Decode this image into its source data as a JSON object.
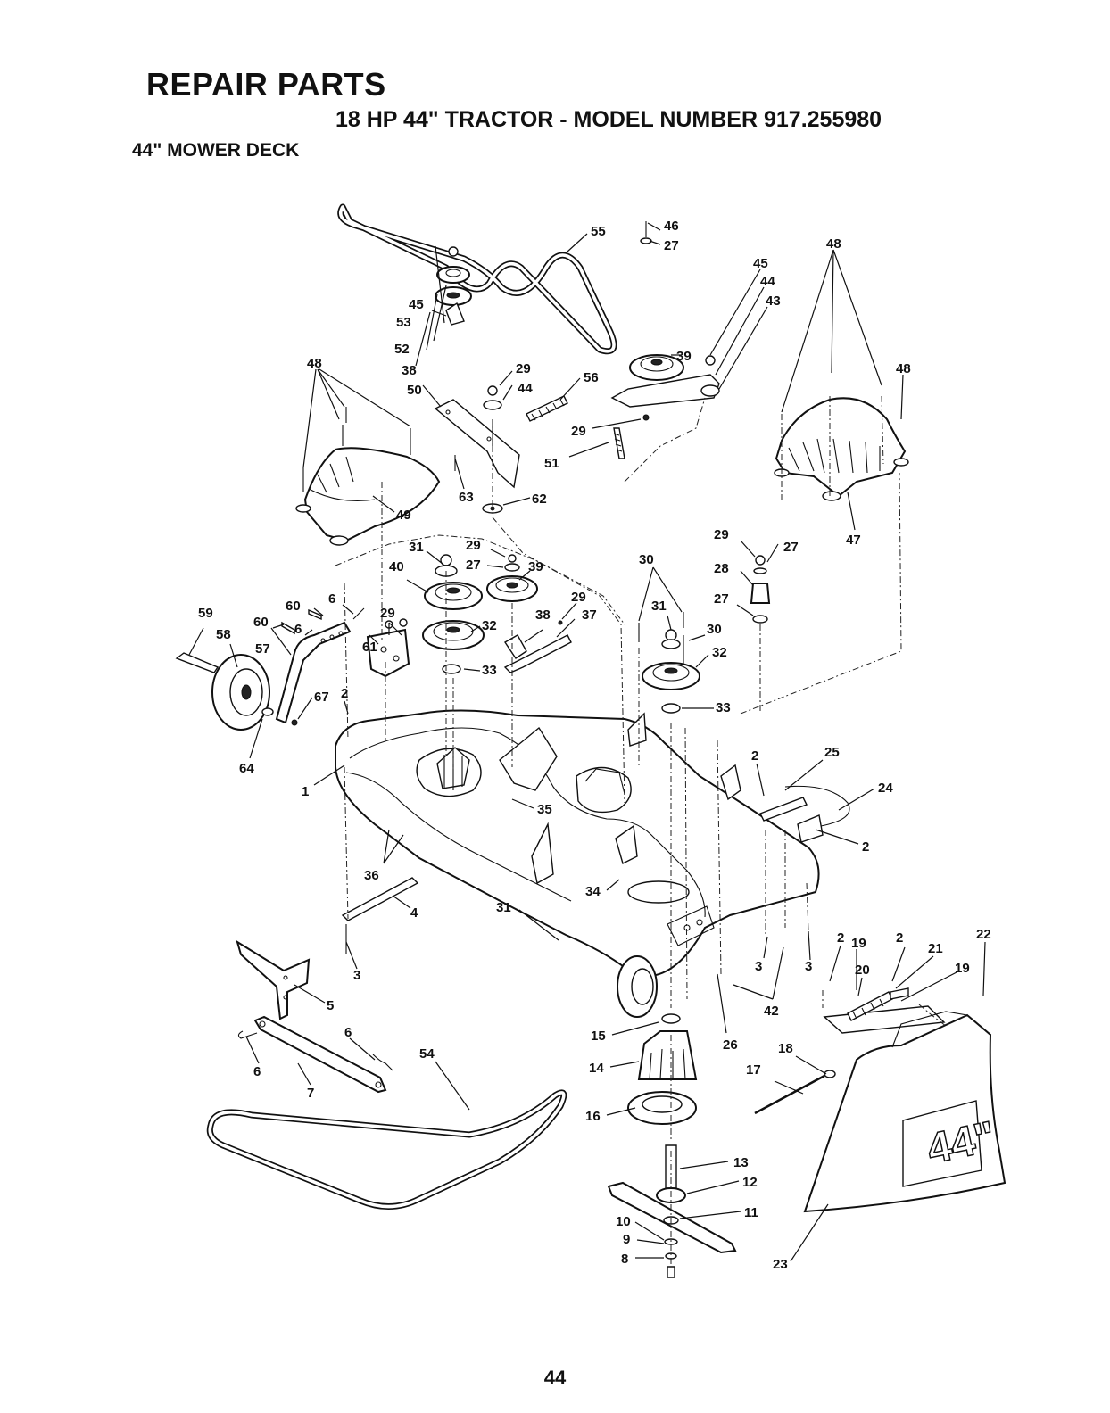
{
  "header": {
    "title": "REPAIR PARTS",
    "model_line": "18 HP 44\" TRACTOR - MODEL NUMBER 917.255980",
    "section": "44\" MOWER DECK"
  },
  "diagram": {
    "callouts": [
      {
        "id": "c55",
        "label": "55"
      },
      {
        "id": "c45a",
        "label": "45"
      },
      {
        "id": "c44a",
        "label": "44"
      },
      {
        "id": "c43",
        "label": "43"
      },
      {
        "id": "c46",
        "label": "46"
      },
      {
        "id": "c27a",
        "label": "27"
      },
      {
        "id": "c39a",
        "label": "39"
      },
      {
        "id": "c45b",
        "label": "45"
      },
      {
        "id": "c53",
        "label": "53"
      },
      {
        "id": "c52",
        "label": "52"
      },
      {
        "id": "c38a",
        "label": "38"
      },
      {
        "id": "c50",
        "label": "50"
      },
      {
        "id": "c29a",
        "label": "29"
      },
      {
        "id": "c44b",
        "label": "44"
      },
      {
        "id": "c56",
        "label": "56"
      },
      {
        "id": "c29b",
        "label": "29"
      },
      {
        "id": "c51",
        "label": "51"
      },
      {
        "id": "c48a",
        "label": "48"
      },
      {
        "id": "c48b",
        "label": "48"
      },
      {
        "id": "c48c",
        "label": "48"
      },
      {
        "id": "c63",
        "label": "63"
      },
      {
        "id": "c62",
        "label": "62"
      },
      {
        "id": "c49",
        "label": "49"
      },
      {
        "id": "c47",
        "label": "47"
      },
      {
        "id": "c31a",
        "label": "31"
      },
      {
        "id": "c29c",
        "label": "29"
      },
      {
        "id": "c27b",
        "label": "27"
      },
      {
        "id": "c39b",
        "label": "39"
      },
      {
        "id": "c40",
        "label": "40"
      },
      {
        "id": "c29d",
        "label": "29"
      },
      {
        "id": "c38b",
        "label": "38"
      },
      {
        "id": "c37",
        "label": "37"
      },
      {
        "id": "c32a",
        "label": "32"
      },
      {
        "id": "c33a",
        "label": "33"
      },
      {
        "id": "c30a",
        "label": "30"
      },
      {
        "id": "c31b",
        "label": "31"
      },
      {
        "id": "c30b",
        "label": "30"
      },
      {
        "id": "c32b",
        "label": "32"
      },
      {
        "id": "c33b",
        "label": "33"
      },
      {
        "id": "c29e",
        "label": "29"
      },
      {
        "id": "c27c",
        "label": "27"
      },
      {
        "id": "c28",
        "label": "28"
      },
      {
        "id": "c27d",
        "label": "27"
      },
      {
        "id": "c59",
        "label": "59"
      },
      {
        "id": "c58",
        "label": "58"
      },
      {
        "id": "c60a",
        "label": "60"
      },
      {
        "id": "c60b",
        "label": "60"
      },
      {
        "id": "c6a",
        "label": "6"
      },
      {
        "id": "c6b",
        "label": "6"
      },
      {
        "id": "c29f",
        "label": "29"
      },
      {
        "id": "c57",
        "label": "57"
      },
      {
        "id": "c61",
        "label": "61"
      },
      {
        "id": "c2a",
        "label": "2"
      },
      {
        "id": "c67",
        "label": "67"
      },
      {
        "id": "c64",
        "label": "64"
      },
      {
        "id": "c1",
        "label": "1"
      },
      {
        "id": "c35",
        "label": "35"
      },
      {
        "id": "c36",
        "label": "36"
      },
      {
        "id": "c4",
        "label": "4"
      },
      {
        "id": "c31c",
        "label": "31"
      },
      {
        "id": "c34",
        "label": "34"
      },
      {
        "id": "c3a",
        "label": "3"
      },
      {
        "id": "c2b",
        "label": "2"
      },
      {
        "id": "c25",
        "label": "25"
      },
      {
        "id": "c24",
        "label": "24"
      },
      {
        "id": "c2c",
        "label": "2"
      },
      {
        "id": "c3b",
        "label": "3"
      },
      {
        "id": "c3c",
        "label": "3"
      },
      {
        "id": "c42",
        "label": "42"
      },
      {
        "id": "c26",
        "label": "26"
      },
      {
        "id": "c2d",
        "label": "2"
      },
      {
        "id": "c19a",
        "label": "19"
      },
      {
        "id": "c2e",
        "label": "2"
      },
      {
        "id": "c21",
        "label": "21"
      },
      {
        "id": "c22",
        "label": "22"
      },
      {
        "id": "c20",
        "label": "20"
      },
      {
        "id": "c19b",
        "label": "19"
      },
      {
        "id": "c5",
        "label": "5"
      },
      {
        "id": "c6c",
        "label": "6"
      },
      {
        "id": "c6d",
        "label": "6"
      },
      {
        "id": "c7",
        "label": "7"
      },
      {
        "id": "c54",
        "label": "54"
      },
      {
        "id": "c15",
        "label": "15"
      },
      {
        "id": "c14",
        "label": "14"
      },
      {
        "id": "c16",
        "label": "16"
      },
      {
        "id": "c18",
        "label": "18"
      },
      {
        "id": "c17",
        "label": "17"
      },
      {
        "id": "c13",
        "label": "13"
      },
      {
        "id": "c12",
        "label": "12"
      },
      {
        "id": "c11",
        "label": "11"
      },
      {
        "id": "c10",
        "label": "10"
      },
      {
        "id": "c9",
        "label": "9"
      },
      {
        "id": "c8",
        "label": "8"
      },
      {
        "id": "c23",
        "label": "23"
      }
    ],
    "chute_marking": "44\""
  },
  "footer": {
    "page_number": "44"
  }
}
